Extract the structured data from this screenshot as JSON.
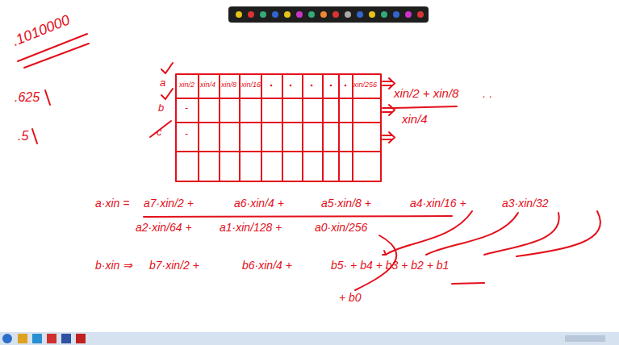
{
  "diagram": {
    "labels": [
      ".1010000",
      ".625",
      ".5",
      "a",
      "b",
      "c",
      "xin/2",
      "xin/4",
      "xin/8",
      "xin/16",
      "xin/256",
      "-",
      "-",
      "xin/2 + xin/8",
      ". .",
      "xin/4",
      "a·xin =",
      "a7·xin/2 +",
      "a6·xin/4 +",
      "a5·xin/8 +",
      "a4·xin/16 +",
      "a3·xin/32",
      "a2·xin/64 +",
      "a1·xin/128 +",
      "a0·xin/256",
      "b·xin ⇒",
      "b7·xin/2 +",
      "b6·xin/4 +",
      "b5· + b4 + b3 + b2 + b1",
      "+ b0"
    ]
  }
}
